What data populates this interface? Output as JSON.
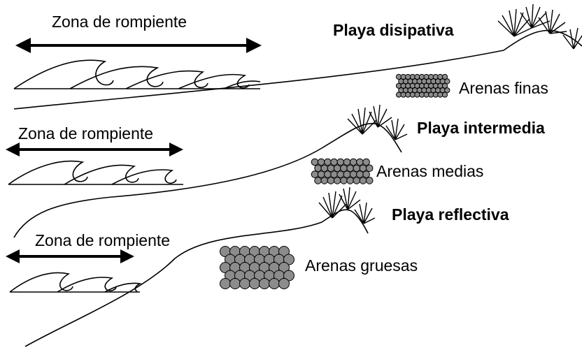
{
  "panels": {
    "dissipative": {
      "zone_label": "Zona de rompiente",
      "beach_label": "Playa disipativa",
      "sand_label": "Arenas finas"
    },
    "intermediate": {
      "zone_label": "Zona de rompiente",
      "beach_label": "Playa intermedia",
      "sand_label": "Arenas medias"
    },
    "reflective": {
      "zone_label": "Zona de rompiente",
      "beach_label": "Playa reflectiva",
      "sand_label": "Arenas gruesas"
    }
  },
  "colors": {
    "line": "#000000",
    "grain_fill": "#8c8c8c",
    "background": "#ffffff"
  },
  "icons": [
    "double-arrow-icon",
    "wave-icon",
    "dune-vegetation-icon",
    "sand-grain-icon"
  ]
}
